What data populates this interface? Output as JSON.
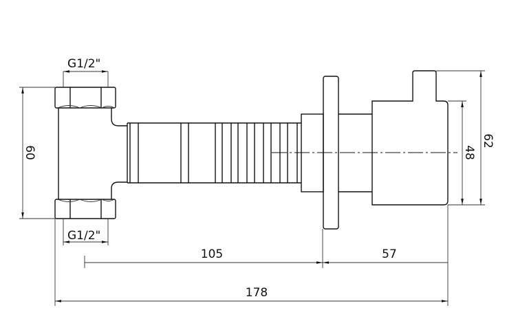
{
  "dimensions": {
    "thread_top": "G1/2\"",
    "thread_bottom": "G1/2\"",
    "height_left": "60",
    "handle_inner": "48",
    "handle_outer": "62",
    "length_body": "105",
    "length_handle": "57",
    "length_total": "178"
  }
}
